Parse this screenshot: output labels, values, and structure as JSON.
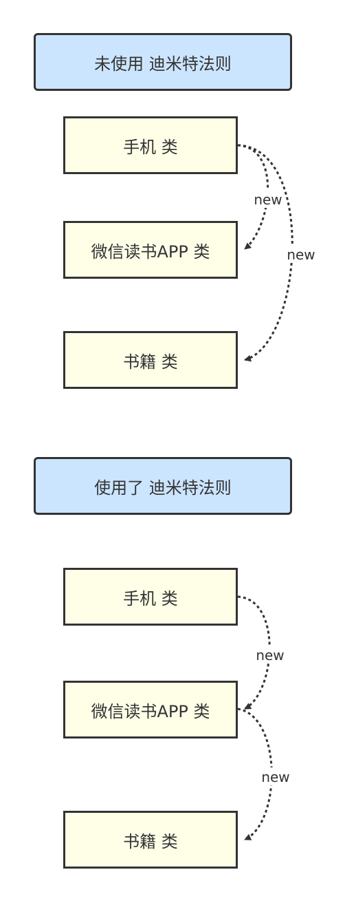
{
  "sections": [
    {
      "title": "未使用 迪米特法则",
      "nodes": [
        "手机 类",
        "微信读书APP 类",
        "书籍 类"
      ],
      "edges": [
        {
          "from": "手机 类",
          "to": "微信读书APP 类",
          "label": "new"
        },
        {
          "from": "手机 类",
          "to": "书籍 类",
          "label": "new"
        }
      ]
    },
    {
      "title": "使用了 迪米特法则",
      "nodes": [
        "手机 类",
        "微信读书APP 类",
        "书籍 类"
      ],
      "edges": [
        {
          "from": "手机 类",
          "to": "微信读书APP 类",
          "label": "new"
        },
        {
          "from": "微信读书APP 类",
          "to": "书籍 类",
          "label": "new"
        }
      ]
    }
  ],
  "colors": {
    "title_fill": "#cce5ff",
    "class_fill": "#ffffe8",
    "stroke": "#333333"
  }
}
